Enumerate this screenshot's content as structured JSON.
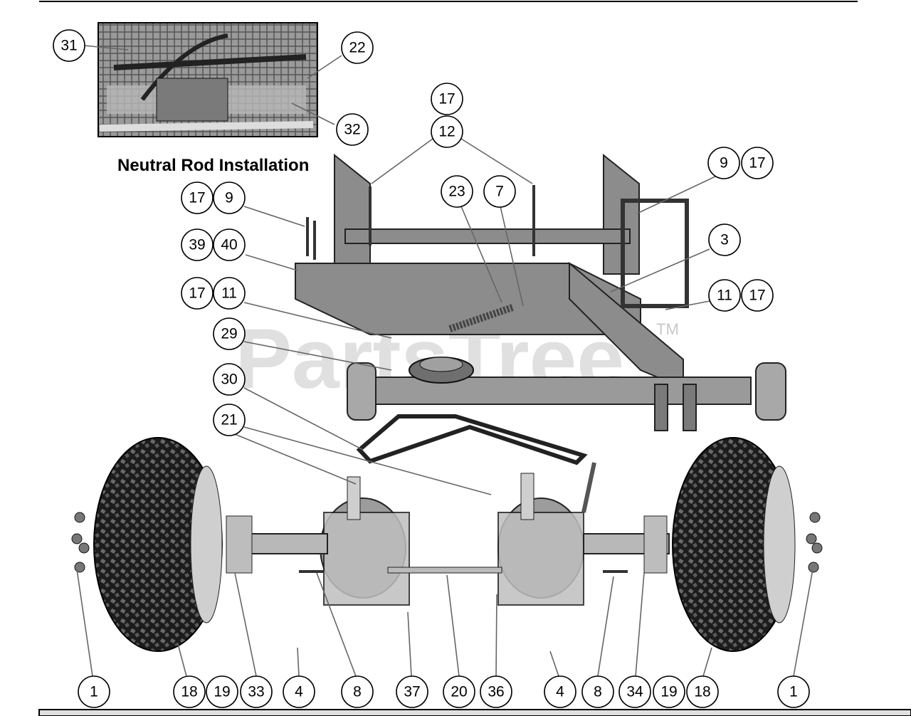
{
  "inset": {
    "title": "Neutral Rod Installation"
  },
  "watermark": {
    "text": "PartsTree",
    "tm": "TM"
  },
  "colors": {
    "frame": "#8c8c8c",
    "tire": "#1a1a1a",
    "hub": "#bdbdbd",
    "callout_stroke": "#000000"
  },
  "callouts": [
    "31",
    "22",
    "32",
    "17",
    "12",
    "9",
    "17",
    "23",
    "7",
    "17",
    "9",
    "39",
    "40",
    "3",
    "17",
    "11",
    "11",
    "17",
    "29",
    "30",
    "21",
    "1",
    "18",
    "19",
    "33",
    "4",
    "8",
    "37",
    "20",
    "36",
    "4",
    "8",
    "34",
    "19",
    "18",
    "1"
  ]
}
